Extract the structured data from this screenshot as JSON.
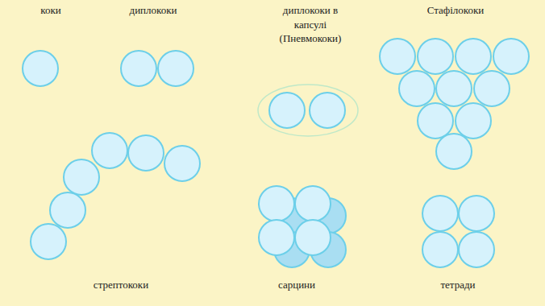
{
  "diagram": {
    "labels": [
      "коки",
      "диплококи",
      "диплококи в капсулі (Пневмококи)",
      "Стафілококи",
      "стрептококи",
      "сарцини",
      "тетради"
    ]
  }
}
